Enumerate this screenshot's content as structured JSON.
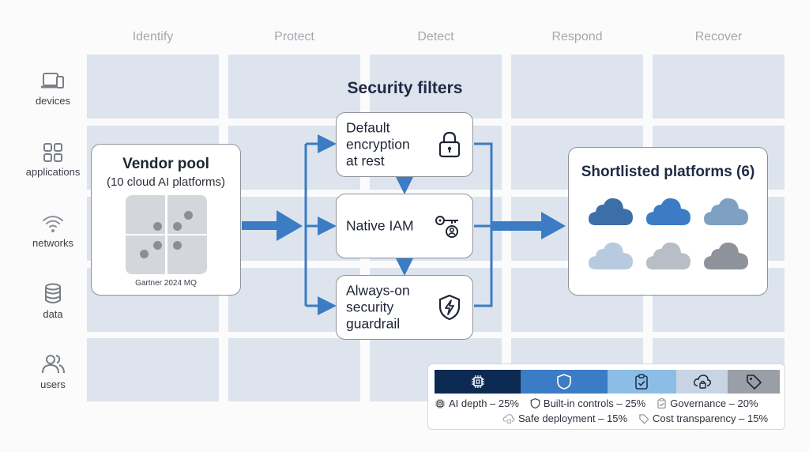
{
  "columns": [
    "Identify",
    "Protect",
    "Detect",
    "Respond",
    "Recover"
  ],
  "rows": [
    {
      "label": "devices",
      "icon": "devices-icon"
    },
    {
      "label": "applications",
      "icon": "grid-apps-icon"
    },
    {
      "label": "networks",
      "icon": "wifi-icon"
    },
    {
      "label": "data",
      "icon": "database-icon"
    },
    {
      "label": "users",
      "icon": "users-icon"
    }
  ],
  "vendor_pool": {
    "title": "Vendor pool",
    "subtitle": "(10 cloud AI platforms)",
    "caption": "Gartner 2024 MQ"
  },
  "security_filters": {
    "title": "Security filters",
    "filters": [
      {
        "label": "Default encryption at rest",
        "lines": [
          "Default",
          "encryption",
          "at rest"
        ],
        "icon": "lock-icon"
      },
      {
        "label": "Native IAM",
        "lines": [
          "Native IAM"
        ],
        "icon": "key-user-icon"
      },
      {
        "label": "Always-on security guardrail",
        "lines": [
          "Always-on",
          "security",
          "guardrail"
        ],
        "icon": "shield-bolt-icon"
      }
    ]
  },
  "shortlist": {
    "title": "Shortlisted platforms (6)",
    "cloud_colors": [
      "#3c6ea8",
      "#3b7cc4",
      "#7ea0c1",
      "#b7cbe0",
      "#b9bec6",
      "#8d929b"
    ]
  },
  "legend": {
    "items": [
      {
        "label": "AI depth – 25%",
        "weight": 25,
        "color": "#0c2a52",
        "icon": "chip-icon"
      },
      {
        "label": "Built-in controls – 25%",
        "weight": 25,
        "color": "#3b7cc4",
        "icon": "shield-icon"
      },
      {
        "label": "Governance – 20%",
        "weight": 20,
        "color": "#8cbde6",
        "icon": "clipboard-check-icon"
      },
      {
        "label": "Safe deployment – 15%",
        "weight": 15,
        "color": "#c6d4e3",
        "icon": "cloud-lock-icon"
      },
      {
        "label": "Cost transparency – 15%",
        "weight": 15,
        "color": "#9a9ea6",
        "icon": "tag-icon"
      }
    ]
  },
  "colors": {
    "accent": "#3b7cc4",
    "grid_cell": "#dde4ee",
    "card_border": "#8e939a"
  }
}
